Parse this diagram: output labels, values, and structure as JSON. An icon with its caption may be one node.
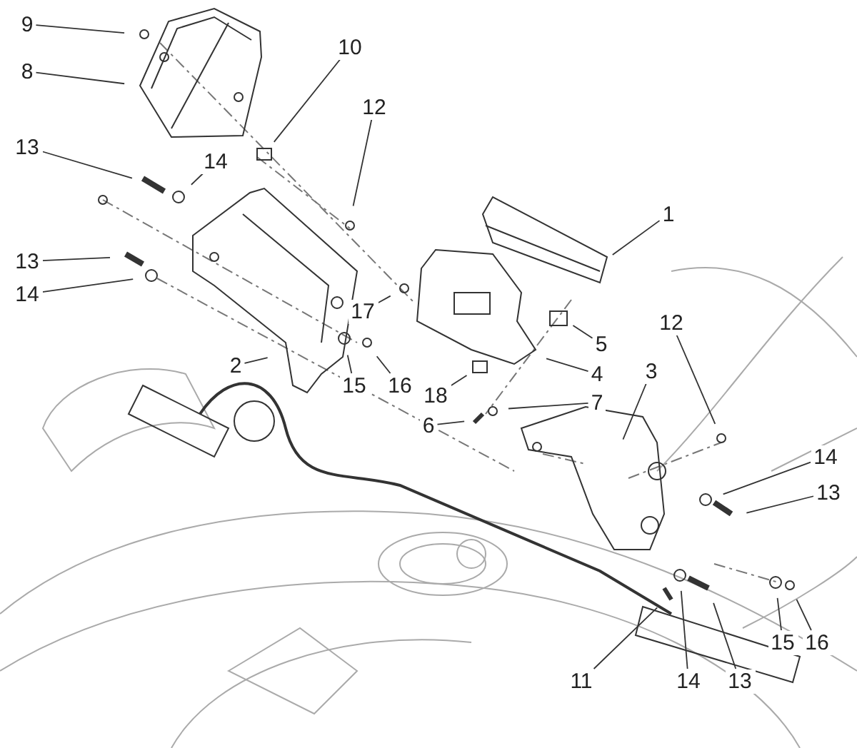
{
  "diagram": {
    "nodes": [
      {
        "text": [
          "9"
        ]
      },
      {
        "text": [
          "8"
        ]
      },
      {
        "text": [
          "10"
        ]
      },
      {
        "text": [
          "12"
        ]
      },
      {
        "text": [
          "13"
        ]
      },
      {
        "text": [
          "14"
        ]
      },
      {
        "text": [
          "13"
        ]
      },
      {
        "text": [
          "14"
        ]
      },
      {
        "text": [
          "1"
        ]
      },
      {
        "text": [
          "17"
        ]
      },
      {
        "text": [
          "5"
        ]
      },
      {
        "text": [
          "2"
        ]
      },
      {
        "text": [
          "15"
        ]
      },
      {
        "text": [
          "16"
        ]
      },
      {
        "text": [
          "4"
        ]
      },
      {
        "text": [
          "18"
        ]
      },
      {
        "text": [
          "7"
        ]
      },
      {
        "text": [
          "3"
        ]
      },
      {
        "text": [
          "6"
        ]
      },
      {
        "text": [
          "12"
        ]
      },
      {
        "text": [
          "14"
        ]
      },
      {
        "text": [
          "13"
        ]
      },
      {
        "text": [
          "11"
        ]
      },
      {
        "text": [
          "14"
        ]
      },
      {
        "text": [
          "13"
        ]
      },
      {
        "text": [
          "15"
        ]
      },
      {
        "text": [
          "16"
        ]
      }
    ],
    "edges": [
      {
        "from": 0,
        "to": null,
        "arrow": "none"
      },
      {
        "from": 1,
        "to": null,
        "arrow": "none"
      },
      {
        "from": 2,
        "to": null,
        "arrow": "none"
      },
      {
        "from": 3,
        "to": null,
        "arrow": "none"
      },
      {
        "from": 4,
        "to": null,
        "arrow": "none"
      },
      {
        "from": 5,
        "to": null,
        "arrow": "none"
      },
      {
        "from": 6,
        "to": null,
        "arrow": "none"
      },
      {
        "from": 7,
        "to": null,
        "arrow": "none"
      },
      {
        "from": 8,
        "to": null,
        "arrow": "none"
      },
      {
        "from": 9,
        "to": null,
        "arrow": "none"
      },
      {
        "from": 10,
        "to": null,
        "arrow": "none"
      },
      {
        "from": 11,
        "to": null,
        "arrow": "none"
      },
      {
        "from": 12,
        "to": null,
        "arrow": "none"
      },
      {
        "from": 13,
        "to": null,
        "arrow": "none"
      },
      {
        "from": 14,
        "to": null,
        "arrow": "none"
      },
      {
        "from": 15,
        "to": null,
        "arrow": "none"
      },
      {
        "from": 16,
        "to": null,
        "arrow": "none"
      },
      {
        "from": 17,
        "to": null,
        "arrow": "none"
      },
      {
        "from": 18,
        "to": null,
        "arrow": "none"
      },
      {
        "from": 19,
        "to": null,
        "arrow": "none"
      },
      {
        "from": 20,
        "to": null,
        "arrow": "none"
      },
      {
        "from": 21,
        "to": null,
        "arrow": "none"
      },
      {
        "from": 22,
        "to": null,
        "arrow": "none"
      },
      {
        "from": 23,
        "to": null,
        "arrow": "none"
      },
      {
        "from": 24,
        "to": null,
        "arrow": "none"
      },
      {
        "from": 25,
        "to": null,
        "arrow": "none"
      },
      {
        "from": 26,
        "to": null,
        "arrow": "none"
      }
    ]
  }
}
